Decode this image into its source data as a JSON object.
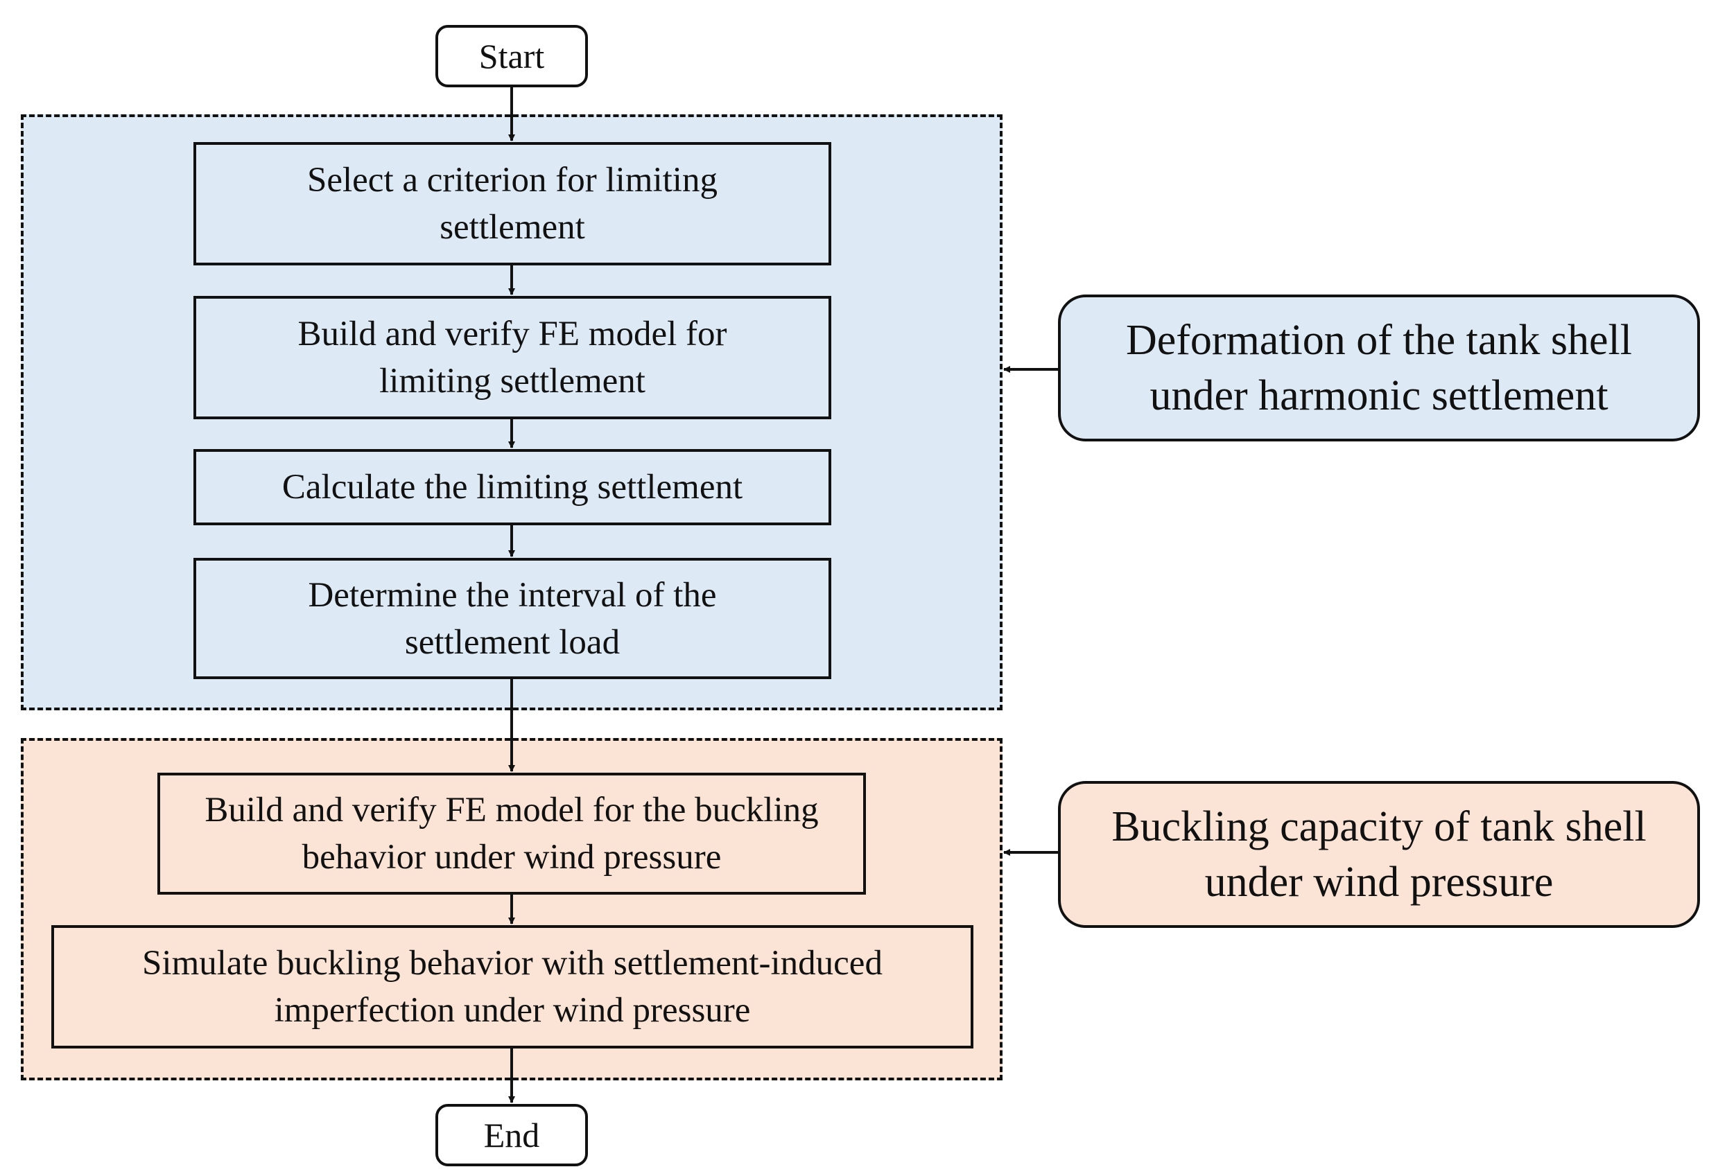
{
  "colors": {
    "blue_fill": "#dde9f5",
    "orange_fill": "#fbe3d6",
    "line": "#111111"
  },
  "nodes": {
    "start": "Start",
    "step1": "Select a criterion for limiting settlement",
    "step2": "Build and verify FE model for limiting settlement",
    "step3": "Calculate the limiting settlement",
    "step4": "Determine the interval of the settlement load",
    "step5": "Build and verify FE model for the buckling behavior under wind pressure",
    "step6": "Simulate buckling behavior with settlement-induced imperfection under wind pressure",
    "end": "End"
  },
  "annotations": {
    "deformation": "Deformation of the tank shell under harmonic settlement",
    "buckling": "Buckling capacity of tank shell under wind pressure"
  }
}
